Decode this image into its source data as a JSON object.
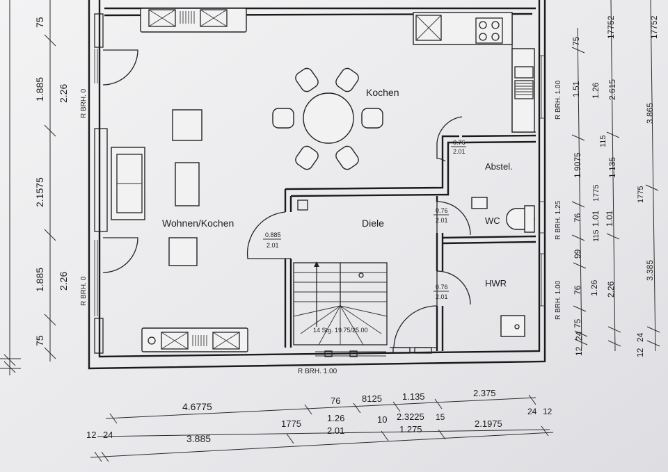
{
  "rooms": {
    "kochen": "Kochen",
    "wohnen": "Wohnen/Kochen",
    "diele": "Diele",
    "abstel": "Abstel.",
    "wc": "WC",
    "hwr": "HWR"
  },
  "doors": {
    "abstel_w": "0.76",
    "abstel_h": "2.01",
    "diele_w": "0.885",
    "diele_h": "2.01",
    "wc_w": "0.76",
    "wc_h": "2.01",
    "hwr_w": "0.76",
    "hwr_h": "2.01"
  },
  "stairs": {
    "label": "14 Stg. 19.75/25.00"
  },
  "windows": {
    "brh_top": "R BRH. 0",
    "brh_bottom": "R BRH. 0",
    "brh_entry": "R BRH.  1.00",
    "brh_r1": "R BRH. 1.00",
    "brh_r2": "R BRH. 1.25",
    "brh_r3": "R BRH. 1.00"
  },
  "dims_left": {
    "l75a": "75",
    "l1885a": "1.885",
    "l226a": "2.26",
    "l21575": "2.1575",
    "l1885b": "1.885",
    "l226b": "2.26",
    "l75b": "75"
  },
  "dims_bottom": {
    "r1_a": "4.6775",
    "r1_b": "76",
    "r1_c": "8125",
    "r1_d": "1.135",
    "r1_e": "2.375",
    "r2_a": "1775",
    "r2_b": "1.26",
    "r2_c": "10",
    "r2_d": "2.3225",
    "r2_e": "15",
    "r2_f": "24",
    "r2_g": "12",
    "r3_a": "12",
    "r3_b": "24",
    "r3_c": "3.885",
    "r3_d": "2.01",
    "r3_e": "1.275",
    "r3_f": "2.1975"
  },
  "dims_right": {
    "c1_a": "75",
    "c1_b": "1.51",
    "c1_c": "1.9075",
    "c1_d": "76",
    "c1_e": "99",
    "c1_f": "76",
    "c1_g": "75",
    "c1_h": "12",
    "c1_i": "24",
    "c2_a": "1.26",
    "c2_b": "1775",
    "c2_c": "1.01",
    "c2_d": "1.01",
    "c2_e": "1.26",
    "c2_f": "115",
    "c3_a": "2.615",
    "c3_b": "115",
    "c3_c": "1.135",
    "c3_d": "2.26",
    "c4_a": "17752",
    "c4_b": "1775",
    "c5_a": "17752",
    "c5_b": "3.865",
    "c5_c": "3.385",
    "c5_d": "12",
    "c5_e": "24"
  }
}
